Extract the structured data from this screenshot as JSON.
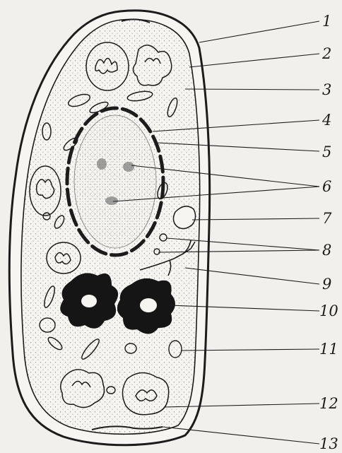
{
  "figure": {
    "labels": [
      "1",
      "2",
      "3",
      "4",
      "5",
      "6",
      "7",
      "8",
      "9",
      "10",
      "11",
      "12",
      "13"
    ]
  },
  "colors": {
    "background": "#f1f0ec",
    "ink": "#1c1c1c",
    "cytoplasm": "#e9e8e2",
    "stipple": "#8a8a86"
  }
}
